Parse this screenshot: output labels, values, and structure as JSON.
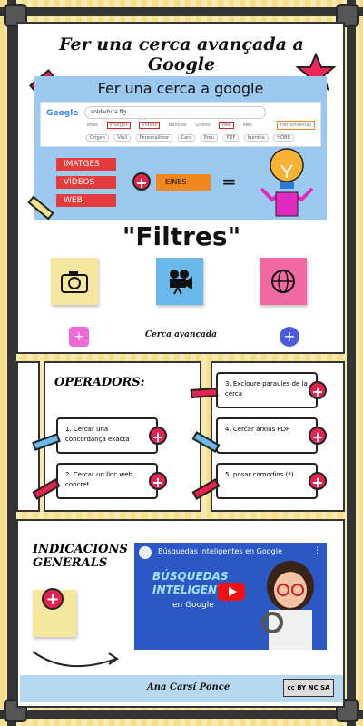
{
  "header": {
    "title": "Fer una cerca avançada a Google"
  },
  "screenshot": {
    "caption": "Fer una cerca a google",
    "logo": "Google",
    "query": "soldadura fig",
    "tabs": [
      "Totes",
      "Imatges",
      "Vídeos",
      "Notícies",
      "Llibres",
      "Web",
      "Més"
    ],
    "tools": "Herramientas",
    "chips": [
      "Origen",
      "Vinil",
      "Personalitzar",
      "Cara",
      "Preu",
      "PDF",
      "Kumbia",
      "HOBB"
    ]
  },
  "categories": {
    "images": "IMATGES",
    "videos": "VÍDEOS",
    "web": "WEB"
  },
  "tools_label": "EINES",
  "equals": "=",
  "filters": {
    "title": "\"Filtres\"",
    "advanced_search": "Cerca avançada",
    "icons": [
      "camera-icon",
      "film-camera-icon",
      "globe-icon"
    ]
  },
  "operators": {
    "title": "OPERADORS:",
    "items": [
      "1. Cercar una concordança exacta",
      "2. Cercar un lloc web concret",
      "3. Excloure paraules de la cerca",
      "4. Cercar arxius PDF",
      "5. posar comodins (*)"
    ]
  },
  "general": {
    "title": "INDICACIONS GENERALS",
    "video_title": "Búsquedas inteligentes en Google",
    "video_banner": "BÚSQUEDAS INTELIGENTES",
    "video_sub": "en Google"
  },
  "footer": {
    "author": "Ana Carsí Ponce",
    "license": "cc BY NC SA"
  },
  "colors": {
    "red": "#e43c3c",
    "pink": "#e3234d",
    "blue": "#4a5bde",
    "orange": "#f0861e"
  }
}
